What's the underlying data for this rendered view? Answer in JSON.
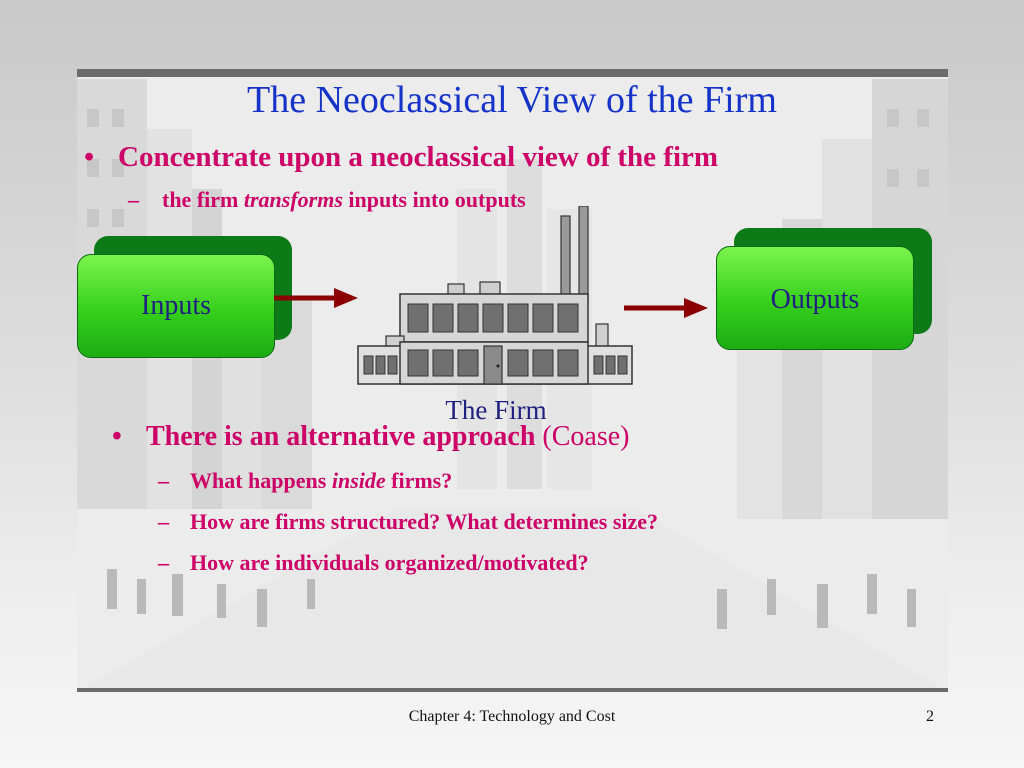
{
  "slide": {
    "title": "The Neoclassical View of the Firm",
    "bullet1": "Concentrate upon a neoclassical view of the firm",
    "sub1": {
      "prefix": "the firm ",
      "emphasis": "transforms",
      "suffix": " inputs into outputs"
    },
    "diagram": {
      "inputs_label": "Inputs",
      "outputs_label": "Outputs",
      "firm_label": "The Firm",
      "box_color": "#35d01c",
      "arrow_color": "#8b0000",
      "icon": "factory-icon"
    },
    "bullet2": {
      "main": "There is an alternative approach ",
      "aside": "(Coase)"
    },
    "sub2": {
      "prefix": "What happens ",
      "emphasis": "inside",
      "suffix": " firms?"
    },
    "sub3": "How are firms structured? What determines size?",
    "sub4": "How are individuals organized/motivated?",
    "bullet_mark": "•",
    "dash_mark": "–"
  },
  "footer": {
    "text": "Chapter 4: Technology and Cost",
    "page": "2"
  },
  "colors": {
    "title": "#1533c9",
    "bullets": "#cc0066",
    "diagram_text": "#202080"
  }
}
